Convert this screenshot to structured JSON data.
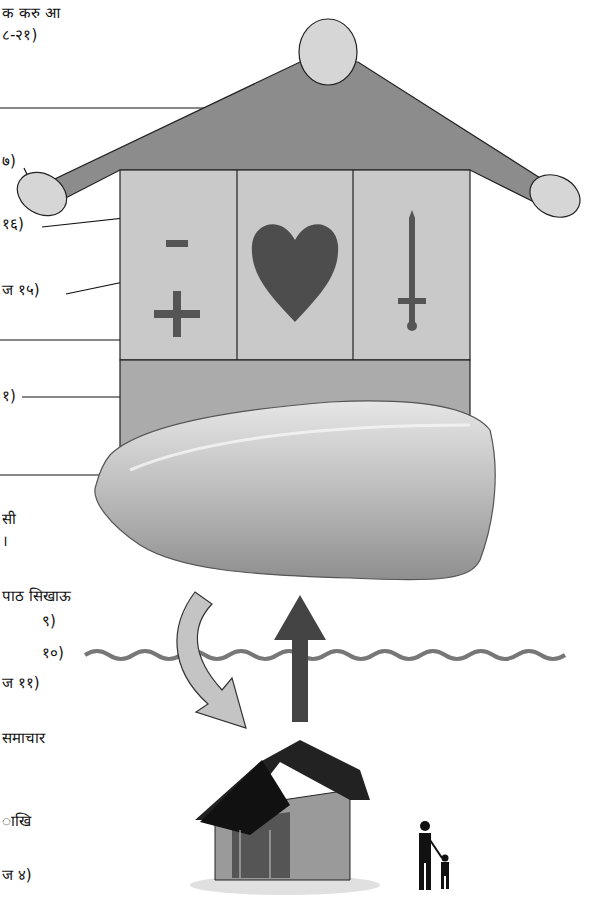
{
  "diagram": {
    "labels": [
      "क करु आ",
      "८-२१)",
      "७)",
      "१६)",
      "ज १५)",
      "१)",
      "सी",
      "।",
      "पाठ सिखाऊ",
      "९)",
      "१०)",
      "ज ११)",
      "समाचार",
      "ाखि",
      "ज ४)"
    ]
  }
}
